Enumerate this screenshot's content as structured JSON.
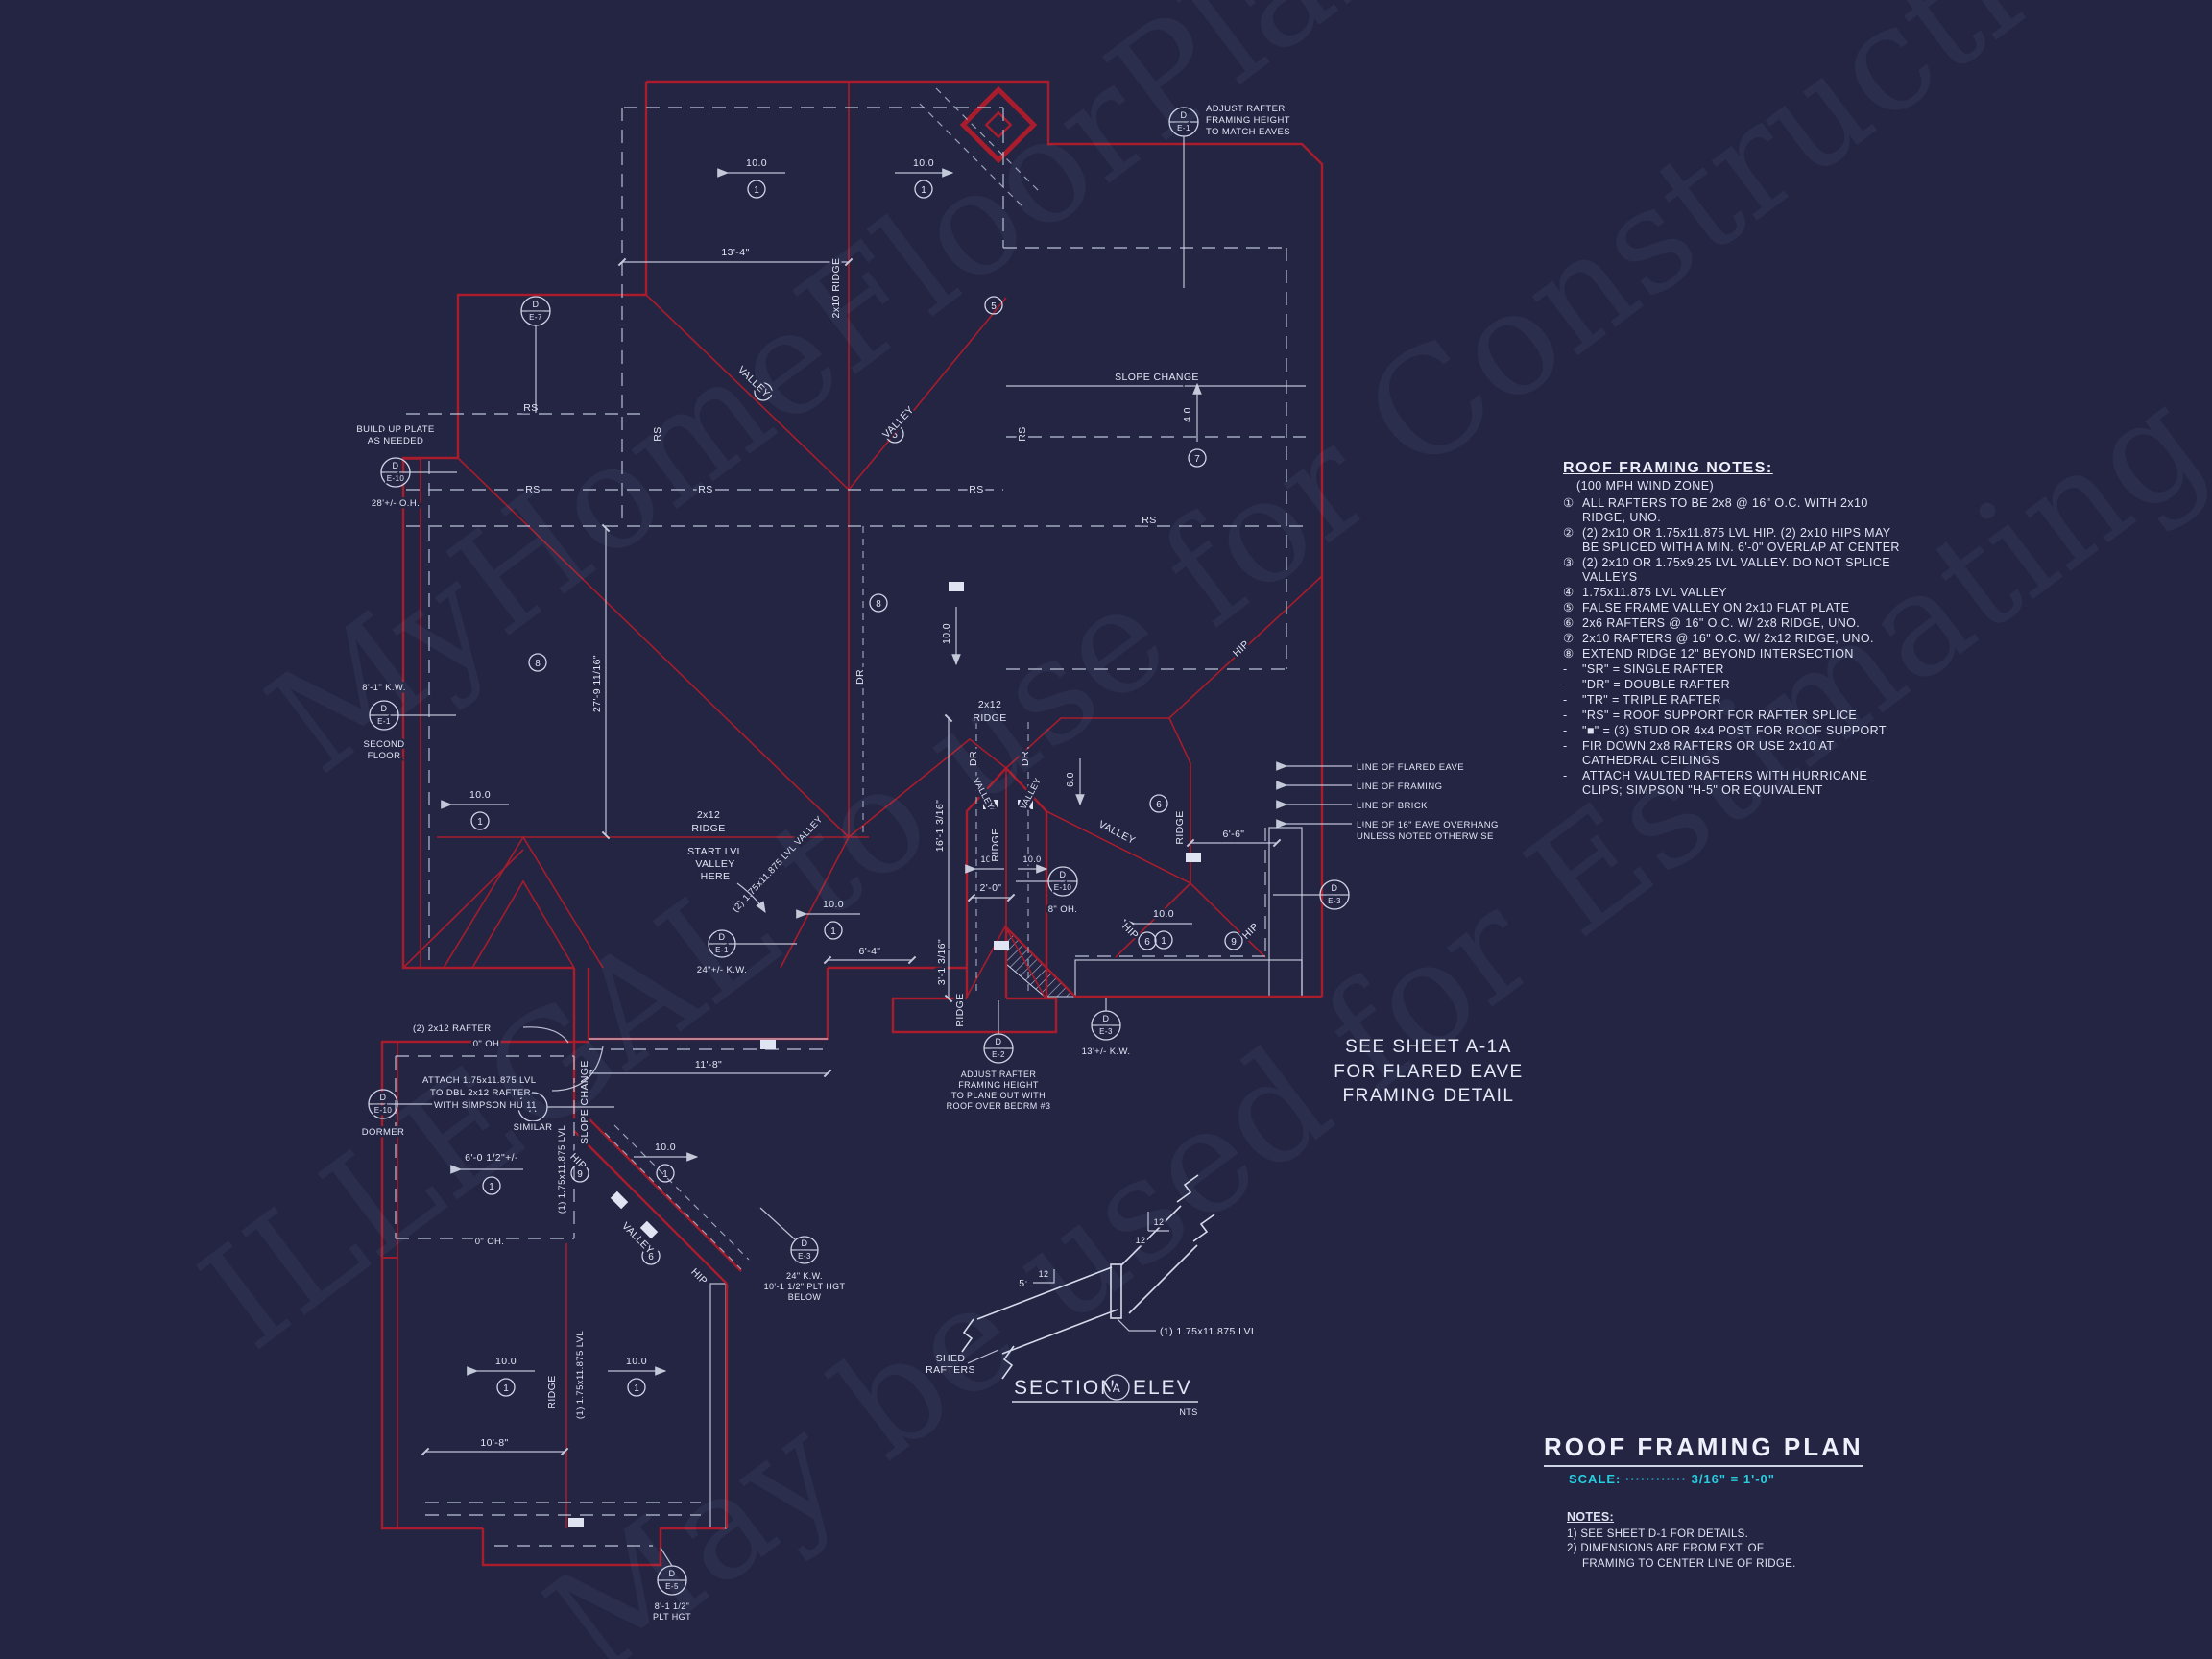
{
  "colors": {
    "bg": "#232543",
    "red": "#a81c2c",
    "white": "#d6dbeb",
    "cyan": "#26cfe0"
  },
  "watermarks": {
    "w1": "MyHomeFloorPlans.com",
    "w2": "ILLEGAL to use for Construction",
    "w3": "May be used for Estimating"
  },
  "labels": {
    "ridge_2x10": "2x10 RIDGE",
    "ridge_2x12_1": "2x12",
    "ridge_2x12_2": "RIDGE",
    "ridge": "RIDGE",
    "valley": "VALLEY",
    "hip": "HIP",
    "dr": "DR",
    "rs": "RS",
    "slope10": "10.0",
    "slope6": "6.0",
    "slope4": "4.0",
    "slope_change": "SLOPE CHANGE",
    "lvl1": "(1) 1.75x11.875 LVL",
    "lvl2_valley": "(2) 1.75x11.875 LVL VALLEY",
    "start1": "START LVL",
    "start2": "VALLEY",
    "start3": "HERE"
  },
  "dims": {
    "d13_4": "13'-4\"",
    "d27_9": "27'-9 11/16\"",
    "d16_1": "16'-1 3/16\"",
    "d3_1": "3'-1 3/16\"",
    "d11_8": "11'-8\"",
    "d10_8": "10'-8\"",
    "d6_4": "6'-4\"",
    "d6_6": "6'-6\"",
    "d2_0": "2'-0\"",
    "d6_0": "6'-0 1/2\"+/-"
  },
  "callouts": {
    "adjust_match": [
      "ADJUST RAFTER",
      "FRAMING HEIGHT",
      "TO MATCH EAVES"
    ],
    "build_up": [
      "BUILD UP PLATE",
      "AS NEEDED"
    ],
    "build_up_oh": "28'+/- O.H.",
    "kw_8_1": "8'-1\" K.W.",
    "second_floor": [
      "SECOND",
      "FLOOR"
    ],
    "dormer": "DORMER",
    "similar": "SIMILAR",
    "rafter_2x12": "(2) 2x12 RAFTER",
    "oh_0": "0\" OH.",
    "oh_8": "8\" OH.",
    "attach": [
      "ATTACH 1.75x11.875 LVL",
      "TO DBL 2x12 RAFTER",
      "WITH SIMPSON HU 11"
    ],
    "kw_24": "24\"+/- K.W.",
    "kw_13": "13'+/- K.W.",
    "adjust_plane": [
      "ADJUST RAFTER",
      "FRAMING HEIGHT",
      "TO PLANE OUT WITH",
      "ROOF OVER BEDRM #3"
    ],
    "plt_below": [
      "24\" K.W.",
      "10'-1 1/2\" PLT HGT",
      "BELOW"
    ],
    "plt_hgt": [
      "8'-1 1/2\"",
      "PLT HGT"
    ],
    "eave_lines": [
      "LINE OF FLARED EAVE",
      "LINE OF FRAMING",
      "LINE OF BRICK",
      "LINE OF 16\" EAVE OVERHANG",
      "UNLESS NOTED OTHERWISE"
    ]
  },
  "bubbles": {
    "d": "D",
    "a": "A",
    "e1": "E-1",
    "e2": "E-2",
    "e3": "E-3",
    "e5": "E-5",
    "e7": "E-7",
    "e10": "E-10"
  },
  "refs": {
    "n1": "1",
    "n5": "5",
    "n6": "6",
    "n7": "7",
    "n8": "8",
    "n9": "9"
  },
  "notes_block": {
    "title": "ROOF FRAMING NOTES:",
    "wind": "(100 MPH WIND ZONE)",
    "items": [
      {
        "b": "①",
        "t": "ALL RAFTERS TO BE 2x8 @ 16\" O.C. WITH 2x10 RIDGE, UNO."
      },
      {
        "b": "②",
        "t": "(2) 2x10 OR 1.75x11.875 LVL HIP. (2) 2x10 HIPS MAY BE SPLICED WITH A MIN. 6'-0\" OVERLAP AT CENTER"
      },
      {
        "b": "③",
        "t": "(2) 2x10 OR 1.75x9.25 LVL VALLEY. DO NOT SPLICE VALLEYS"
      },
      {
        "b": "④",
        "t": "1.75x11.875 LVL VALLEY"
      },
      {
        "b": "⑤",
        "t": "FALSE FRAME VALLEY ON 2x10 FLAT PLATE"
      },
      {
        "b": "⑥",
        "t": "2x6 RAFTERS @ 16\" O.C. W/ 2x8 RIDGE, UNO."
      },
      {
        "b": "⑦",
        "t": "2x10 RAFTERS @ 16\" O.C. W/ 2x12 RIDGE, UNO."
      },
      {
        "b": "⑧",
        "t": "EXTEND RIDGE 12\" BEYOND INTERSECTION"
      },
      {
        "b": "-",
        "t": "\"SR\" = SINGLE RAFTER"
      },
      {
        "b": "-",
        "t": "\"DR\" = DOUBLE RAFTER"
      },
      {
        "b": "-",
        "t": "\"TR\" = TRIPLE RAFTER"
      },
      {
        "b": "-",
        "t": "\"RS\" = ROOF SUPPORT FOR RAFTER SPLICE"
      },
      {
        "b": "-",
        "t": "\"■\" = (3) STUD OR 4x4 POST FOR ROOF SUPPORT"
      },
      {
        "b": "-",
        "t": "FIR DOWN 2x8 RAFTERS OR USE 2x10 AT CATHEDRAL CEILINGS"
      },
      {
        "b": "-",
        "t": "ATTACH VAULTED RAFTERS WITH HURRICANE CLIPS; SIMPSON \"H-5\" OR EQUIVALENT"
      }
    ]
  },
  "see_sheet": [
    "SEE SHEET A-1A",
    "FOR FLARED EAVE",
    "FRAMING DETAIL"
  ],
  "section": {
    "title": "SECTION",
    "bubble": "A",
    "elev": "ELEV",
    "nts": "NTS",
    "shed1": "SHED",
    "shed2": "RAFTERS",
    "lvl": "(1) 1.75x11.875 LVL",
    "five": "5:",
    "twelve": "12"
  },
  "title_block": {
    "title": "ROOF FRAMING PLAN",
    "scale_label": "SCALE:",
    "scale_dots": "············",
    "scale_value": "3/16\" = 1'-0\"",
    "notes_title": "NOTES:",
    "n1": "1)  SEE SHEET D-1 FOR DETAILS.",
    "n2": "2)  DIMENSIONS ARE FROM EXT. OF",
    "n3": "FRAMING TO CENTER LINE OF RIDGE."
  }
}
